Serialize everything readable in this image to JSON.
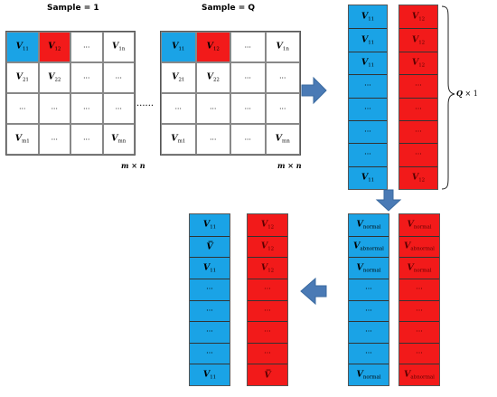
{
  "matrix_left": {
    "title": "Sample = 1",
    "rows": [
      [
        {
          "s": "V",
          "sub": "11",
          "color": "blue"
        },
        {
          "s": "V",
          "sub": "12",
          "color": "red"
        },
        {
          "t": "···"
        },
        {
          "s": "V",
          "sub": "1n"
        }
      ],
      [
        {
          "s": "V",
          "sub": "21"
        },
        {
          "s": "V",
          "sub": "22"
        },
        {
          "t": "···"
        },
        {
          "t": "···"
        }
      ],
      [
        {
          "t": "···"
        },
        {
          "t": "···"
        },
        {
          "t": "···"
        },
        {
          "t": "···"
        }
      ],
      [
        {
          "s": "V",
          "sub": "m1"
        },
        {
          "t": "···"
        },
        {
          "t": "···"
        },
        {
          "s": "V",
          "sub": "mn"
        }
      ]
    ],
    "dims": "m × n"
  },
  "between_matrices": "······",
  "matrix_right": {
    "title": "Sample = Q",
    "rows": [
      [
        {
          "s": "V",
          "sub": "11",
          "color": "blue"
        },
        {
          "s": "V",
          "sub": "12",
          "color": "red"
        },
        {
          "t": "···"
        },
        {
          "s": "V",
          "sub": "1n"
        }
      ],
      [
        {
          "s": "V",
          "sub": "21"
        },
        {
          "s": "V",
          "sub": "22"
        },
        {
          "t": "···"
        },
        {
          "t": "···"
        }
      ],
      [
        {
          "t": "···"
        },
        {
          "t": "···"
        },
        {
          "t": "···"
        },
        {
          "t": "···"
        }
      ],
      [
        {
          "s": "V",
          "sub": "m1"
        },
        {
          "t": "···"
        },
        {
          "t": "···"
        },
        {
          "s": "V",
          "sub": "mn"
        }
      ]
    ],
    "dims": "m × n"
  },
  "stack_top": {
    "blue": [
      {
        "s": "V",
        "sub": "11"
      },
      {
        "s": "V",
        "sub": "11"
      },
      {
        "s": "V",
        "sub": "11"
      },
      {
        "t": "···"
      },
      {
        "t": "···"
      },
      {
        "t": "···"
      },
      {
        "t": "···"
      },
      {
        "s": "V",
        "sub": "11"
      }
    ],
    "red": [
      {
        "s": "V",
        "sub": "12"
      },
      {
        "s": "V",
        "sub": "12"
      },
      {
        "s": "V",
        "sub": "12"
      },
      {
        "t": "···"
      },
      {
        "t": "···"
      },
      {
        "t": "···"
      },
      {
        "t": "···"
      },
      {
        "s": "V",
        "sub": "12"
      }
    ],
    "brace_label": {
      "var": "Q",
      "rest": " × 1"
    }
  },
  "stack_labeled": {
    "blue": [
      {
        "s": "V",
        "sub": "normal"
      },
      {
        "s": "V",
        "sub": "abnormal"
      },
      {
        "s": "V",
        "sub": "normal"
      },
      {
        "t": "···"
      },
      {
        "t": "···"
      },
      {
        "t": "···"
      },
      {
        "t": "···"
      },
      {
        "s": "V",
        "sub": "normal"
      }
    ],
    "red": [
      {
        "s": "V",
        "sub": "normal"
      },
      {
        "s": "V",
        "sub": "abnormal"
      },
      {
        "s": "V",
        "sub": "normal"
      },
      {
        "t": "···"
      },
      {
        "t": "···"
      },
      {
        "t": "···"
      },
      {
        "t": "···"
      },
      {
        "s": "V",
        "sub": "abnormal"
      }
    ]
  },
  "stack_final": {
    "blue": [
      {
        "s": "V",
        "sub": "11"
      },
      {
        "s": "V̅",
        "sub": ""
      },
      {
        "s": "V",
        "sub": "11"
      },
      {
        "t": "···"
      },
      {
        "t": "···"
      },
      {
        "t": "···"
      },
      {
        "t": "···"
      },
      {
        "s": "V",
        "sub": "11"
      }
    ],
    "red": [
      {
        "s": "V",
        "sub": "12"
      },
      {
        "s": "V",
        "sub": "12"
      },
      {
        "s": "V",
        "sub": "12"
      },
      {
        "t": "···"
      },
      {
        "t": "···"
      },
      {
        "t": "···"
      },
      {
        "t": "···"
      },
      {
        "s": "V̅",
        "sub": ""
      }
    ]
  },
  "colors": {
    "blue": "#1aa3e6",
    "red": "#f21a1a",
    "arrow": "#4a7ab5"
  },
  "icons": [
    "right-arrow-icon",
    "down-arrow-icon",
    "left-arrow-icon",
    "brace-icon"
  ]
}
